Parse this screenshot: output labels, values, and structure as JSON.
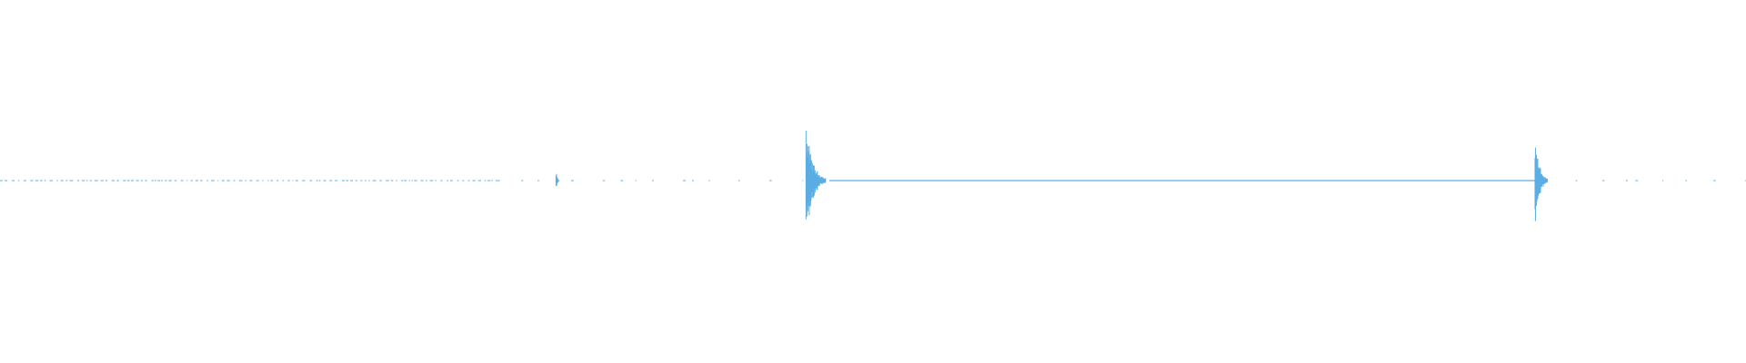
{
  "waveform": {
    "color": "#5aaee3",
    "background": "#ffffff",
    "baseline": "center",
    "segments": [
      {
        "kind": "dotted",
        "start": 0.0,
        "end": 0.285,
        "density": "dense"
      },
      {
        "kind": "dotted",
        "start": 0.285,
        "end": 0.46,
        "density": "sparse"
      },
      {
        "kind": "solid",
        "start": 0.475,
        "end": 0.88
      },
      {
        "kind": "dotted",
        "start": 0.885,
        "end": 1.0,
        "density": "sparse"
      }
    ],
    "bursts": [
      {
        "position": 0.319,
        "amplitude": 0.03
      },
      {
        "position": 0.4645,
        "amplitude": 0.17
      },
      {
        "position": 0.881,
        "amplitude": 0.14
      }
    ]
  }
}
